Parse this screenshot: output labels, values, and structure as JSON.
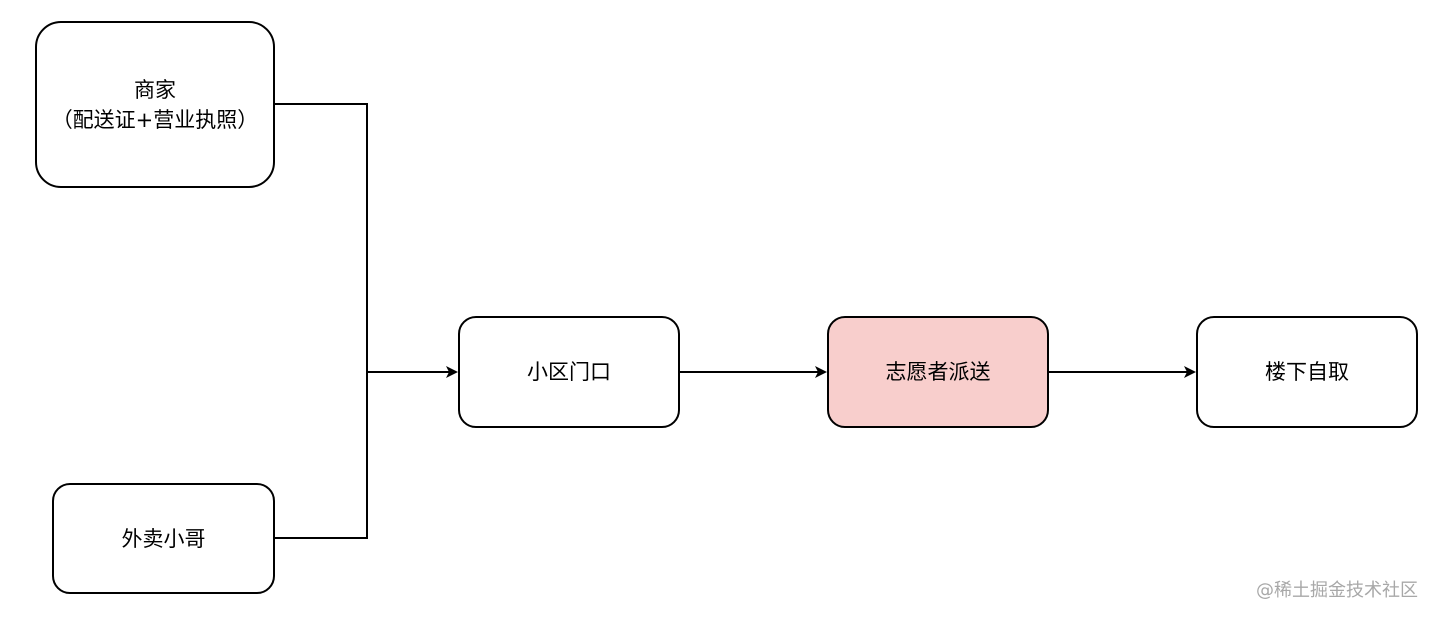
{
  "nodes": {
    "merchant": {
      "line1": "商家",
      "line2": "（配送证+营业执照）"
    },
    "courier": {
      "label": "外卖小哥"
    },
    "gate": {
      "label": "小区门口"
    },
    "volunteer": {
      "label": "志愿者派送"
    },
    "pickup": {
      "label": "楼下自取"
    }
  },
  "colors": {
    "line": "#000000",
    "node_border": "#000000",
    "node_fill": "#ffffff",
    "highlight_fill": "#f8cecc",
    "watermark": "#a8a8a8"
  },
  "edges": [
    {
      "from": "merchant",
      "to": "gate"
    },
    {
      "from": "courier",
      "to": "gate"
    },
    {
      "from": "gate",
      "to": "volunteer"
    },
    {
      "from": "volunteer",
      "to": "pickup"
    }
  ],
  "watermark": "@稀土掘金技术社区"
}
